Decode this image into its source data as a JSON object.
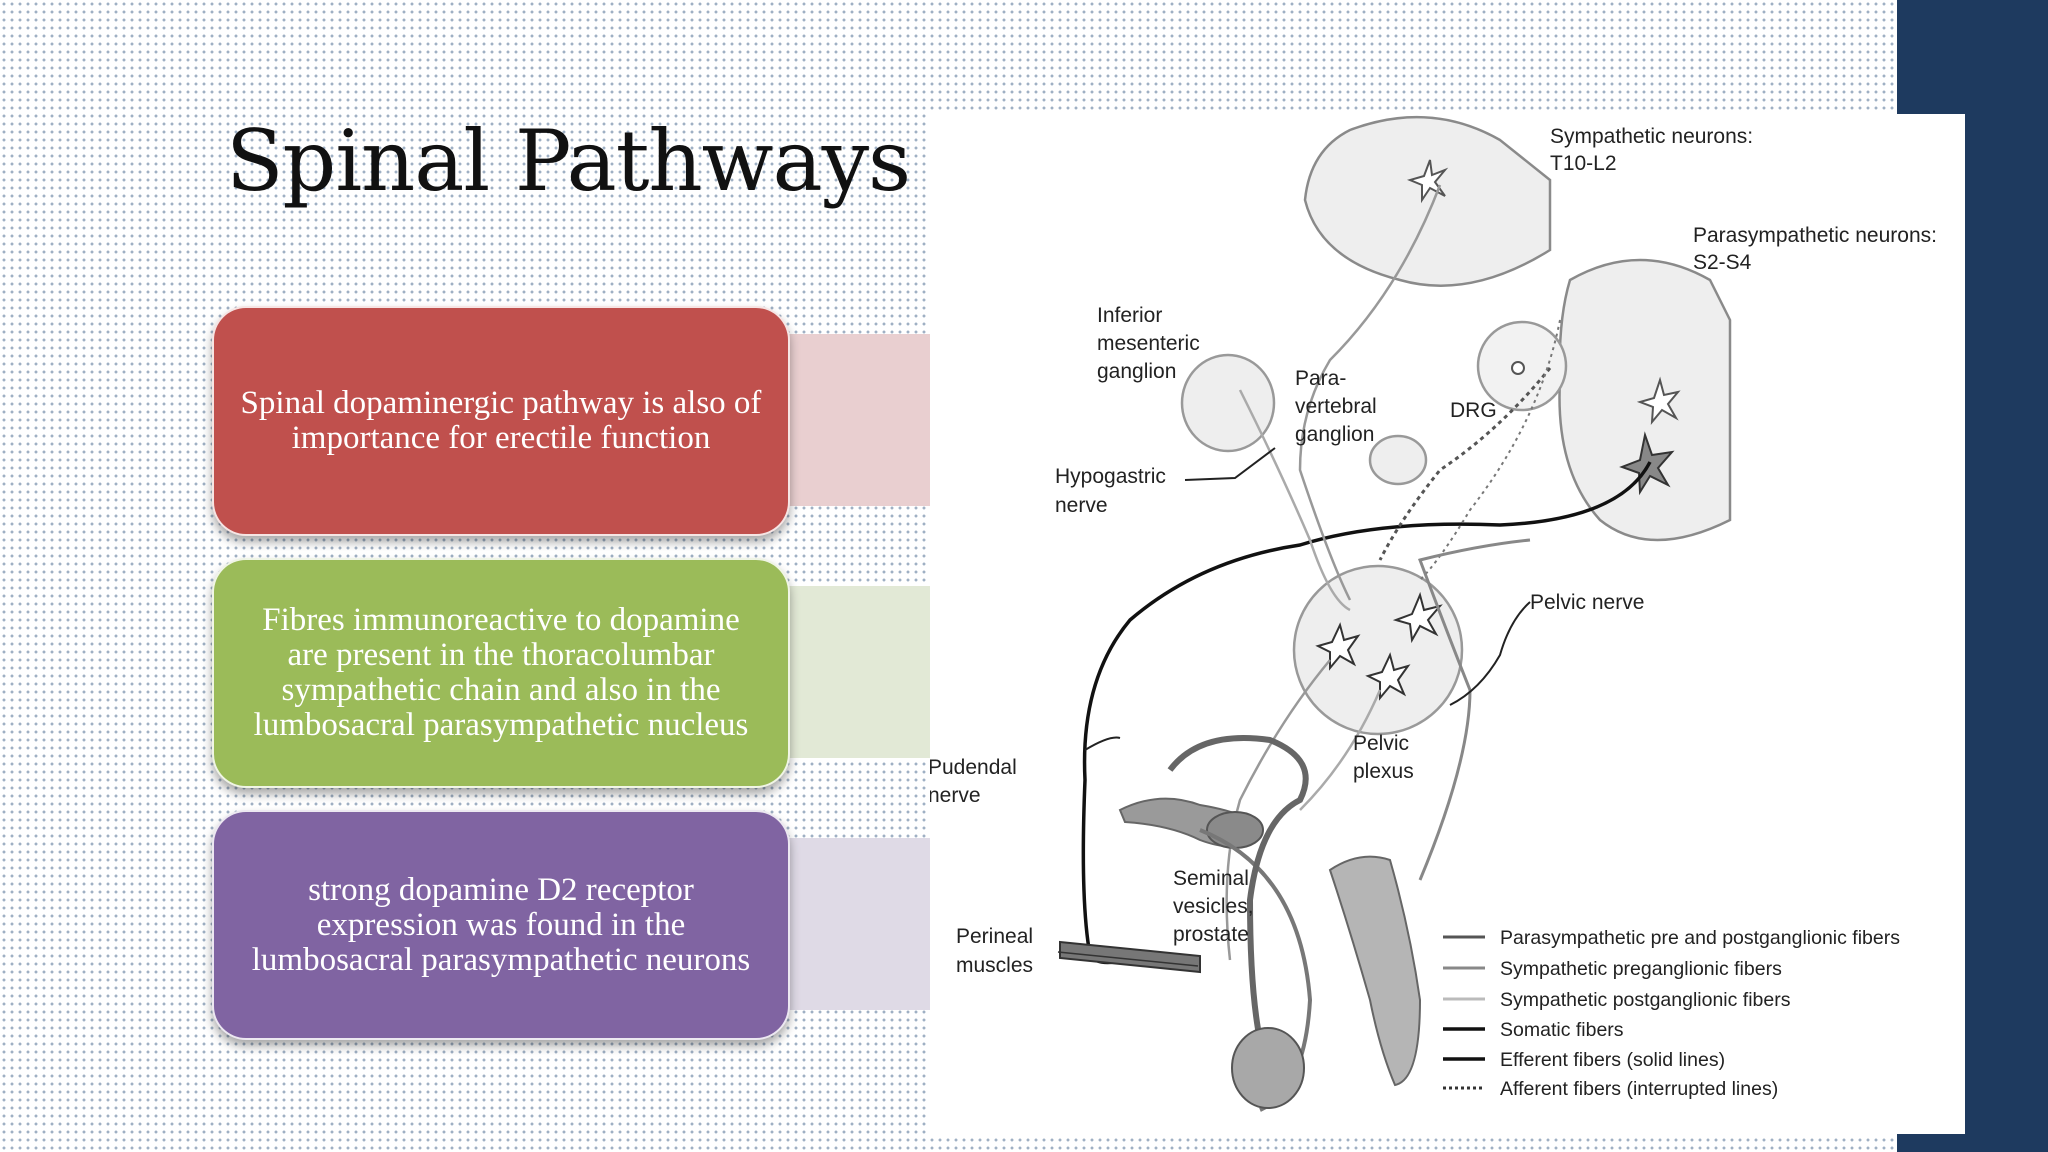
{
  "slide": {
    "title": "Spinal Pathways",
    "colors": {
      "red": "#c0504d",
      "green": "#9bbb59",
      "purple": "#8064a2",
      "navy": "#1e3a5f"
    },
    "boxes": [
      {
        "text": "Spinal dopaminergic pathway is also of importance for erectile function"
      },
      {
        "text": "Fibres immunoreactive to dopamine are present in the thoracolumbar sympathetic chain and also in the lumbosacral parasympathetic nucleus"
      },
      {
        "text": "strong dopamine D2 receptor expression was found in the lumbosacral parasympathetic neurons"
      }
    ]
  },
  "figure": {
    "labels": {
      "sympathetic_neurons": "Sympathetic neurons:",
      "sympathetic_levels": "T10-L2",
      "parasympathetic_neurons": "Parasympathetic neurons:",
      "parasympathetic_levels": "S2-S4",
      "inferior": "Inferior",
      "mesenteric": "mesenteric",
      "ganglion": "ganglion",
      "para": "Para-",
      "vertebral": "vertebral",
      "ganglion2": "ganglion",
      "drg": "DRG",
      "hypogastric": "Hypogastric",
      "nerve": "nerve",
      "pelvic_nerve": "Pelvic nerve",
      "pudendal": "Pudendal",
      "nerve2": "nerve",
      "pelvic": "Pelvic",
      "plexus": "plexus",
      "seminal": "Seminal",
      "vesicles": "vesicles,",
      "prostate": "prostate",
      "perineal": "Perineal",
      "muscles": "muscles"
    },
    "legend": [
      {
        "label": "Parasympathetic pre and postganglionic fibers",
        "style": "dark-gray"
      },
      {
        "label": "Sympathetic preganglionic fibers",
        "style": "gray"
      },
      {
        "label": "Sympathetic postganglionic fibers",
        "style": "light-gray"
      },
      {
        "label": "Somatic fibers",
        "style": "black"
      },
      {
        "label": "Efferent fibers (solid lines)",
        "style": "black-solid"
      },
      {
        "label": "Afferent fibers (interrupted lines)",
        "style": "dotted"
      }
    ]
  }
}
